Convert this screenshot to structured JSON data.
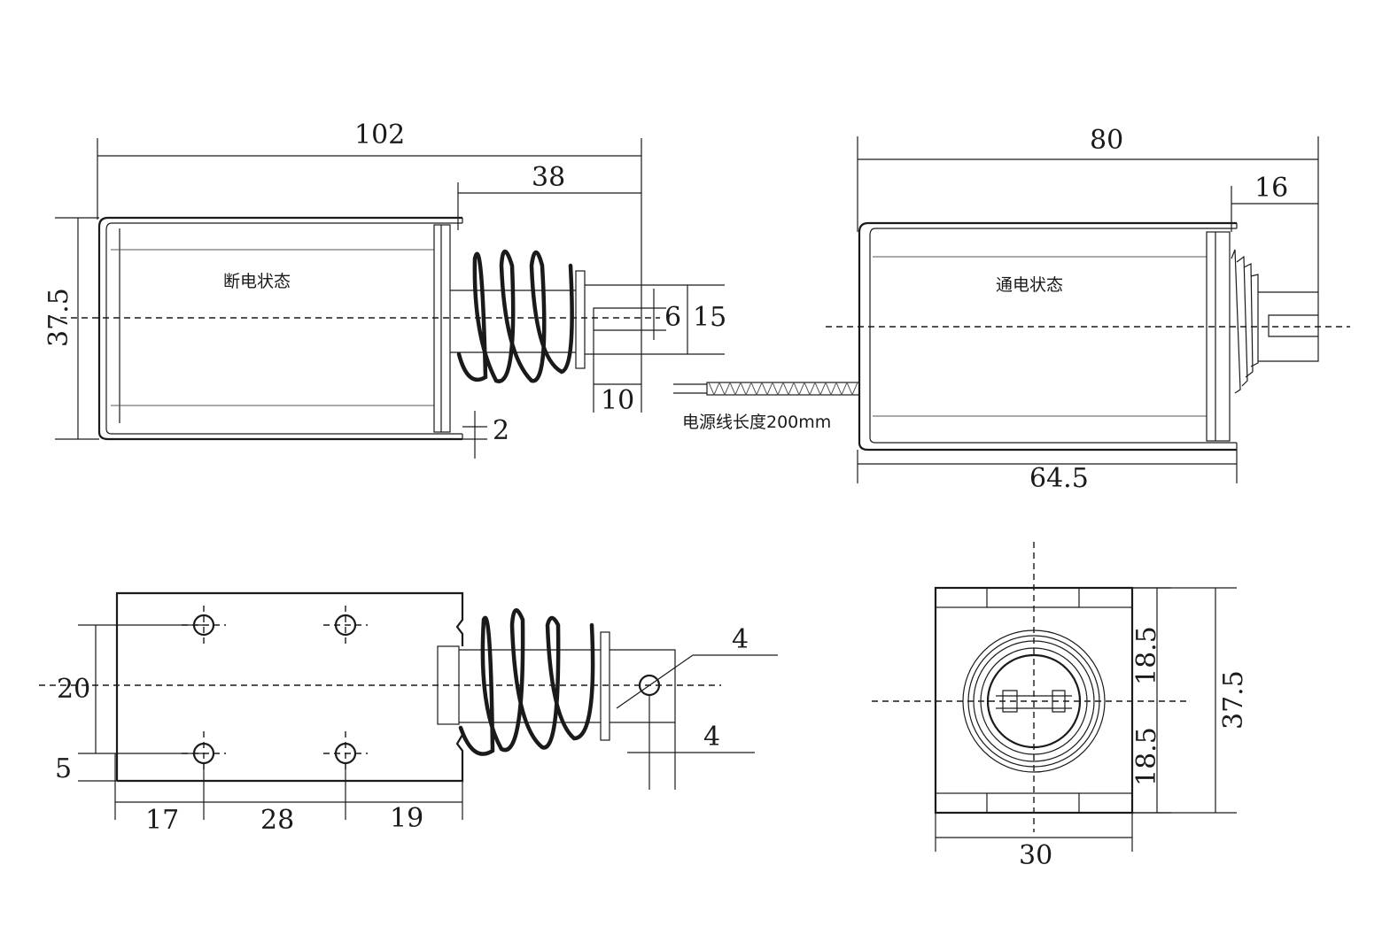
{
  "top_left_view": {
    "state_label": "断电状态",
    "dim_overall_length": "102",
    "dim_plunger_extension": "38",
    "dim_height": "37.5",
    "dim_slot_width": "6",
    "dim_plunger_diameter": "15",
    "dim_slot_depth": "10",
    "dim_frame_thickness": "2"
  },
  "top_right_view": {
    "state_label": "通电状态",
    "dim_overall_length": "80",
    "dim_plunger_extension": "16",
    "dim_body_length": "64.5",
    "wire_label": "电源线长度200mm"
  },
  "bottom_left_view": {
    "dim_hole_spacing_vertical": "20",
    "dim_hole_offset_bottom": "5",
    "dim_hole_offset_left": "17",
    "dim_hole_spacing_horizontal": "28",
    "dim_hole_offset_right": "19",
    "dim_pin_hole": "4",
    "dim_pin_offset": "4"
  },
  "end_view": {
    "dim_upper_half": "18.5",
    "dim_lower_half": "18.5",
    "dim_height": "37.5",
    "dim_width": "30"
  }
}
